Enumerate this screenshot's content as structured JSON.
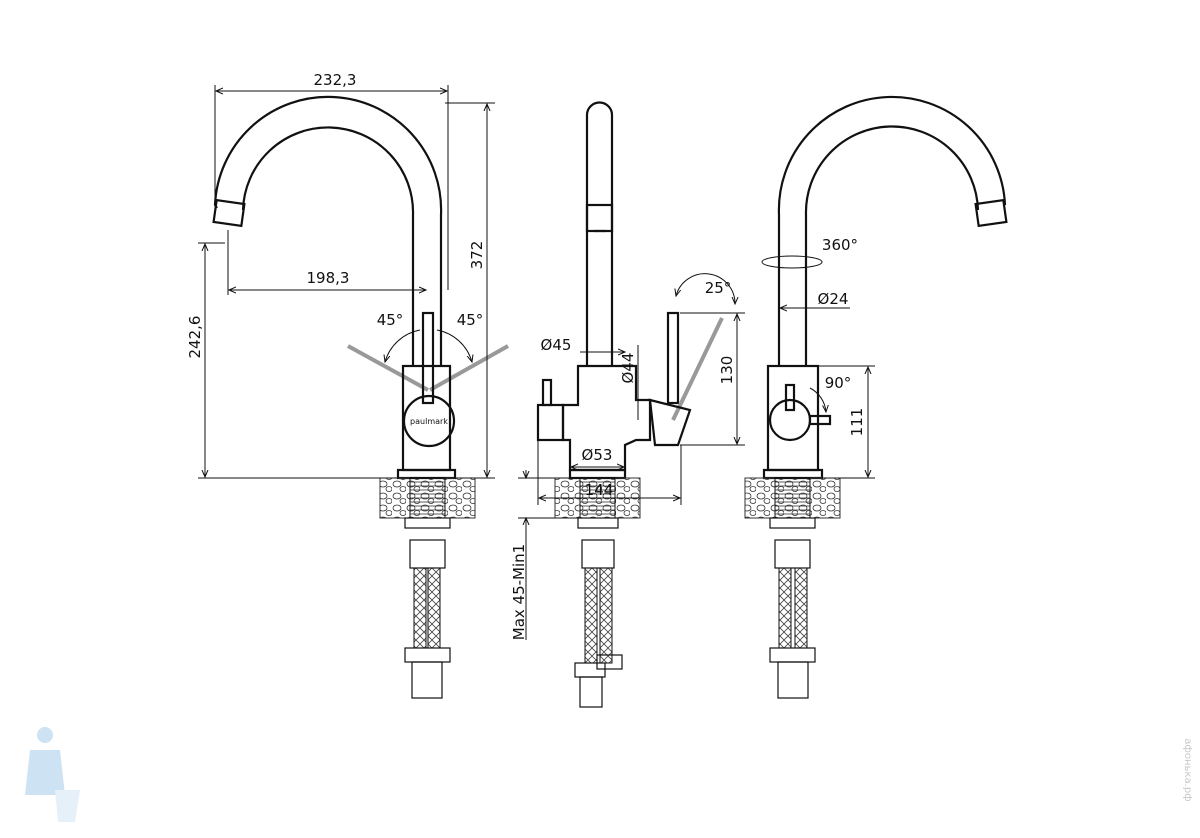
{
  "brand": "paulmark",
  "watermark": "афонька.рф",
  "views": {
    "front": {
      "dims": {
        "spout_reach_total": "232,3",
        "spout_reach": "198,3",
        "total_height": "372",
        "spout_height": "242,6",
        "lever_left_angle": "45°",
        "lever_right_angle": "45°"
      }
    },
    "side": {
      "dims": {
        "lever_angle": "25°",
        "tube_diameter": "Ø45",
        "body_diameter": "Ø44",
        "lever_height": "130",
        "base_diameter": "Ø53",
        "base_depth": "144",
        "mount_thickness": "Max 45-Min1"
      }
    },
    "back": {
      "dims": {
        "rotation": "360°",
        "spout_diameter": "Ø24",
        "handle_angle": "90°",
        "body_height": "111"
      }
    }
  }
}
